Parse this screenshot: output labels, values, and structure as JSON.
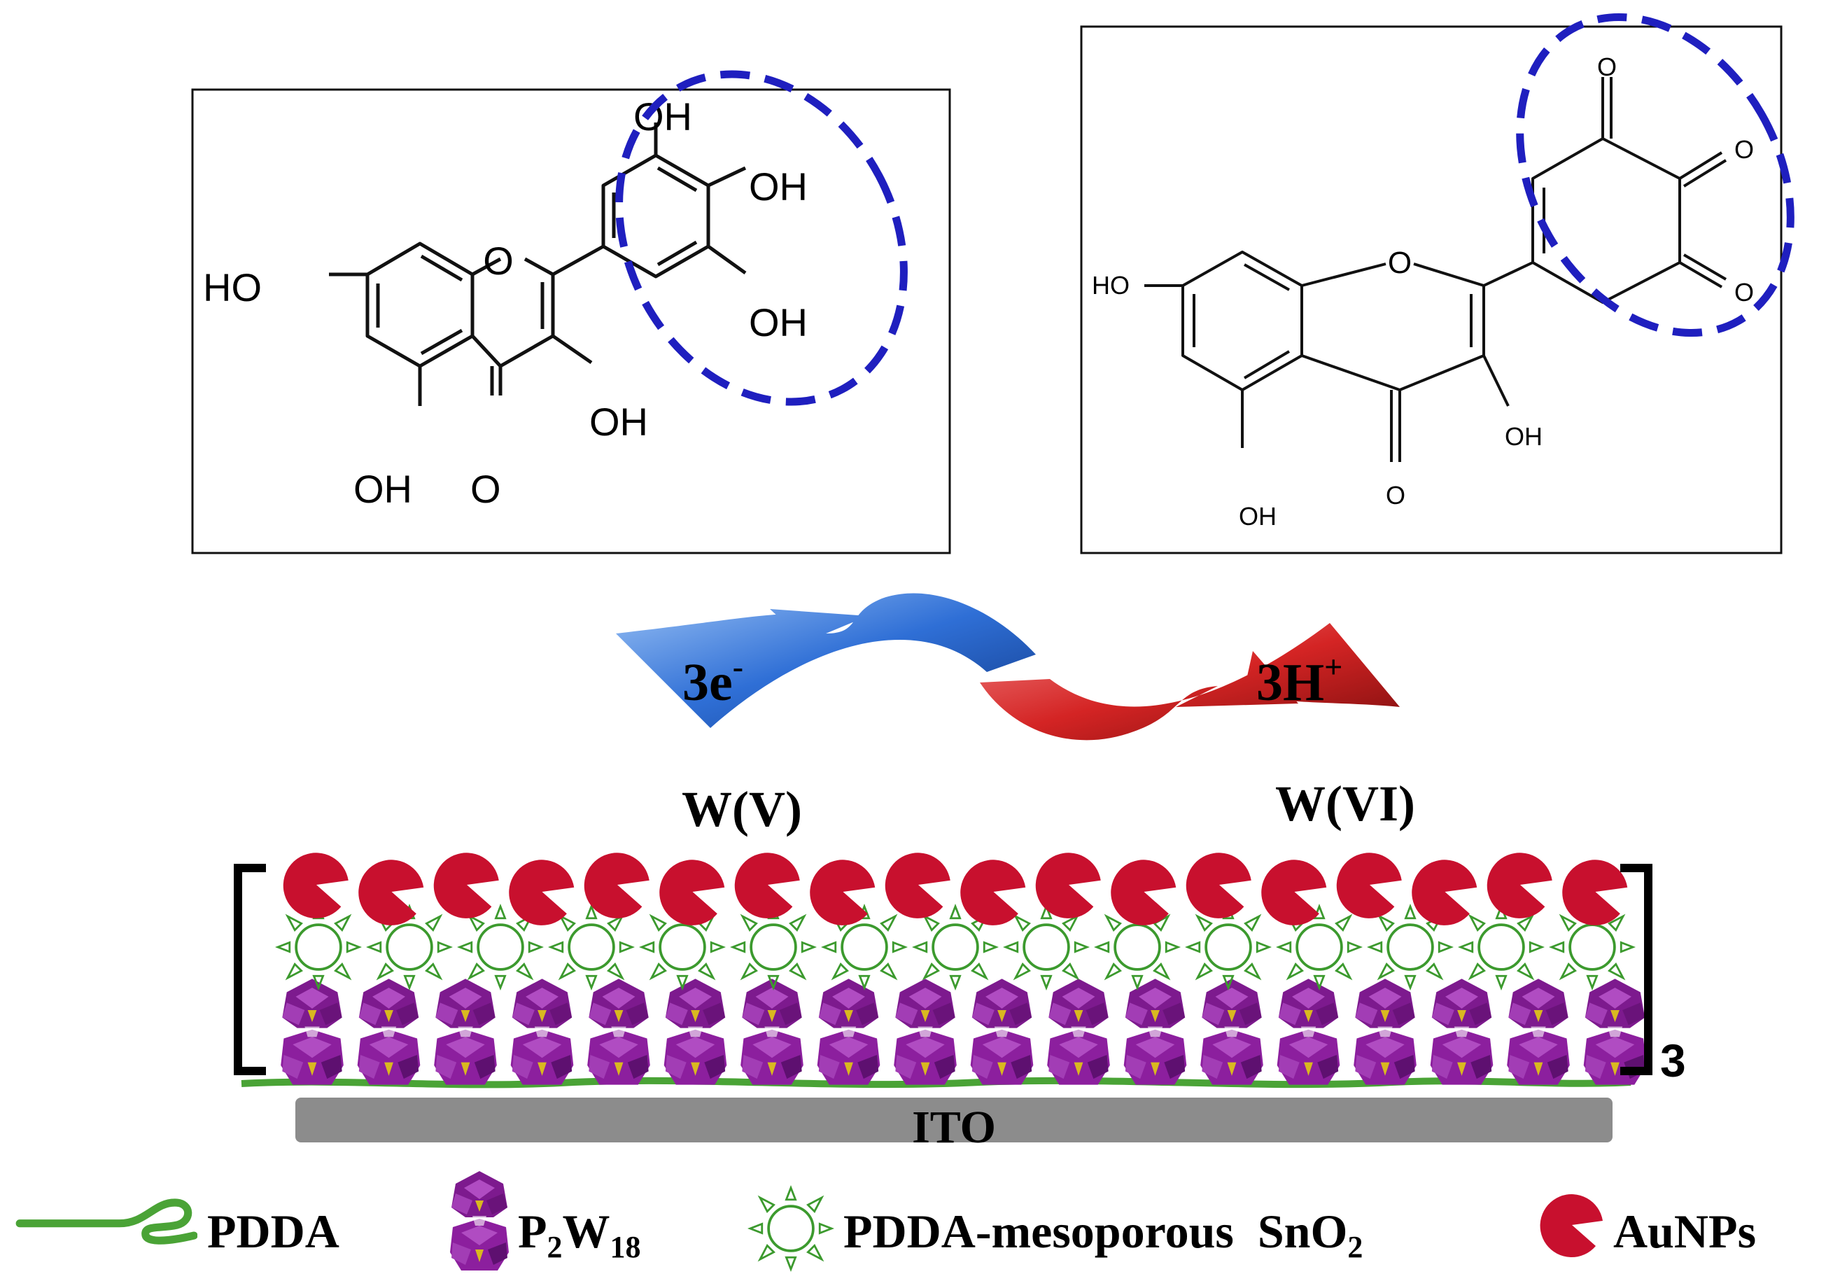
{
  "molecule_left": {
    "groups": {
      "ho_left": "HO",
      "o_ring": "O",
      "oh_top": "OH",
      "oh_mid": "OH",
      "oh_low": "OH",
      "oh_3": "OH",
      "oh_5": "OH",
      "o_keto": "O"
    }
  },
  "molecule_right": {
    "groups": {
      "ho_left": "HO",
      "o_ring": "O",
      "o_q1": "O",
      "o_q2": "O",
      "o_q3": "O",
      "oh_3": "OH",
      "oh_5": "OH",
      "o_keto": "O"
    }
  },
  "arrows": {
    "electrons": {
      "base": "3e",
      "sup": "-"
    },
    "protons": {
      "base": "3H",
      "sup": "+"
    }
  },
  "states": {
    "left": "W(V)",
    "right": "W(VI)"
  },
  "film": {
    "substrate": "ITO",
    "repeat": "3"
  },
  "legend": {
    "pdda": "PDDA",
    "p2w18": {
      "p": "P",
      "p_sub": "2",
      "w": "W",
      "w_sub": "18"
    },
    "sno2": {
      "text": "PDDA-mesoporous  SnO",
      "sub": "2"
    },
    "au": "AuNPs"
  },
  "colors": {
    "highlight": "#1f1fbf",
    "blue_arrow": "#2f6fd6",
    "red_arrow": "#d42424",
    "au": "#c8102e",
    "sno2": "#3c9a2e",
    "pom": "#8c1f9e",
    "pom_core": "#d9b820",
    "pdda": "#4aa336",
    "ito": "#8c8c8c"
  }
}
